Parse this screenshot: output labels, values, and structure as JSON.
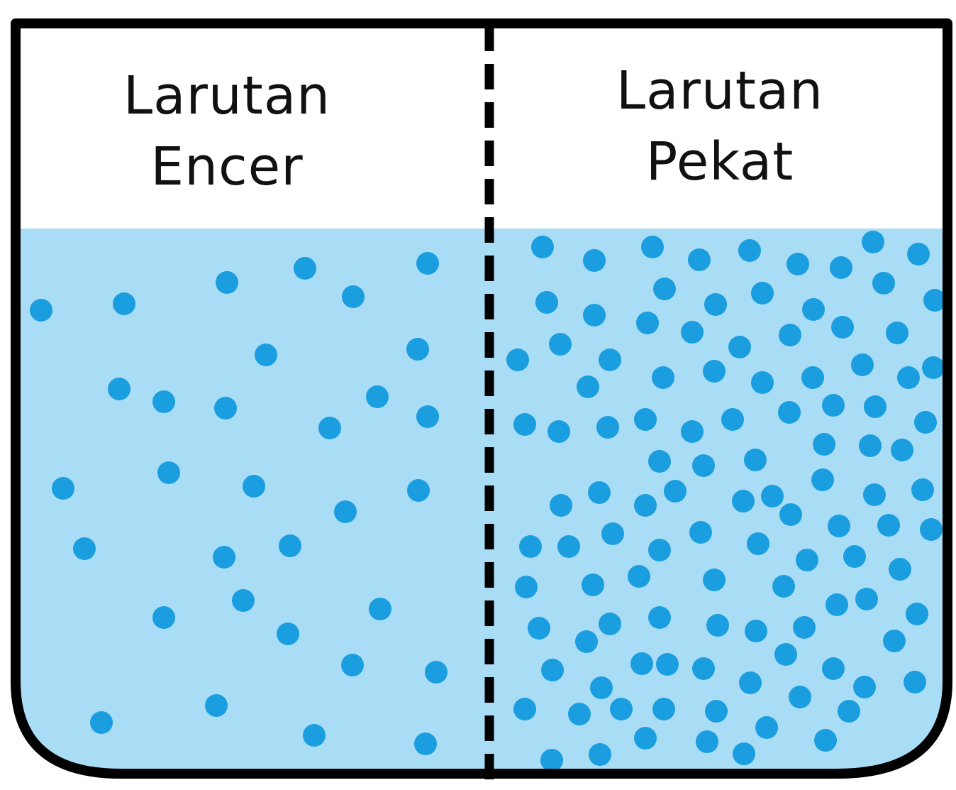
{
  "diagram": {
    "left_section": {
      "label_line1": "Larutan",
      "label_line2": "Encer"
    },
    "right_section": {
      "label_line1": "Larutan",
      "label_line2": "Pekat"
    }
  },
  "colors": {
    "solution": "#a9dcf5",
    "particle": "#1a9ee0",
    "outline": "#000000",
    "background": "#ffffff"
  }
}
